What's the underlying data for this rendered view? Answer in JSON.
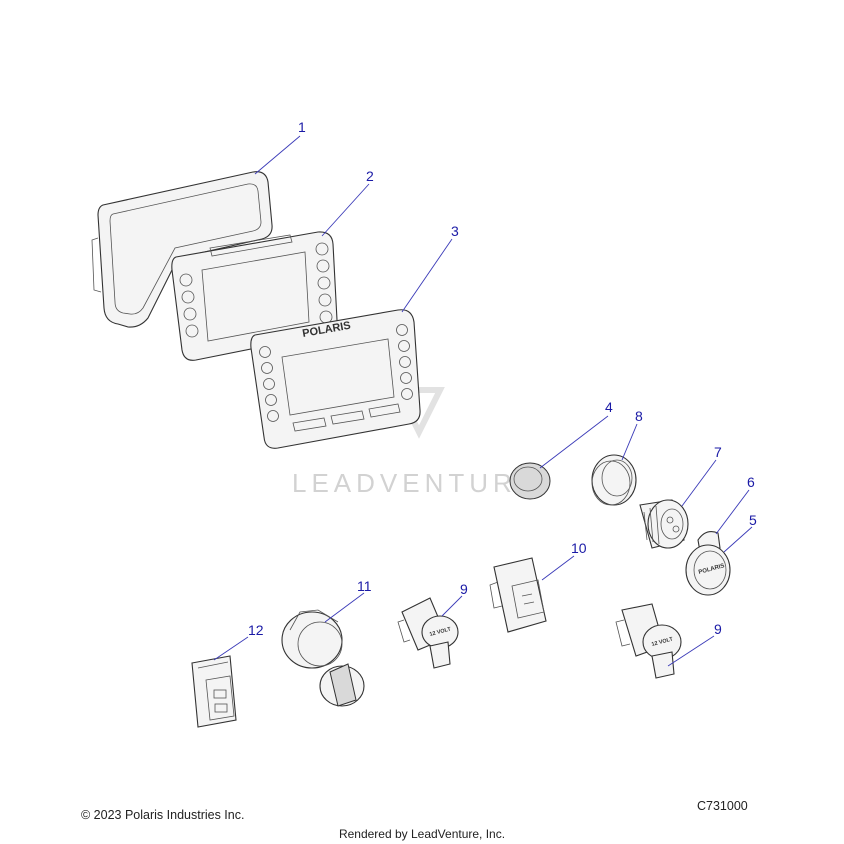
{
  "watermark": {
    "text": "LEADVENTURE"
  },
  "brand": {
    "bezel_logo": "POLARIS",
    "socket_logo": "POLARIS",
    "socket_label": "12 VOLT"
  },
  "callouts": [
    {
      "id": "c1",
      "label": "1"
    },
    {
      "id": "c2",
      "label": "2"
    },
    {
      "id": "c3",
      "label": "3"
    },
    {
      "id": "c4",
      "label": "4"
    },
    {
      "id": "c5",
      "label": "5"
    },
    {
      "id": "c6",
      "label": "6"
    },
    {
      "id": "c7",
      "label": "7"
    },
    {
      "id": "c8",
      "label": "8"
    },
    {
      "id": "c9a",
      "label": "9"
    },
    {
      "id": "c9b",
      "label": "9"
    },
    {
      "id": "c10",
      "label": "10"
    },
    {
      "id": "c11",
      "label": "11"
    },
    {
      "id": "c12",
      "label": "12"
    }
  ],
  "footer": {
    "copyright": "© 2023 Polaris Industries Inc.",
    "diagram_code": "C731000",
    "rendered_by": "Rendered by LeadVenture, Inc."
  },
  "colors": {
    "callout": "#1a1aa6",
    "line": "#333333",
    "watermark": "#d2d2d2"
  }
}
